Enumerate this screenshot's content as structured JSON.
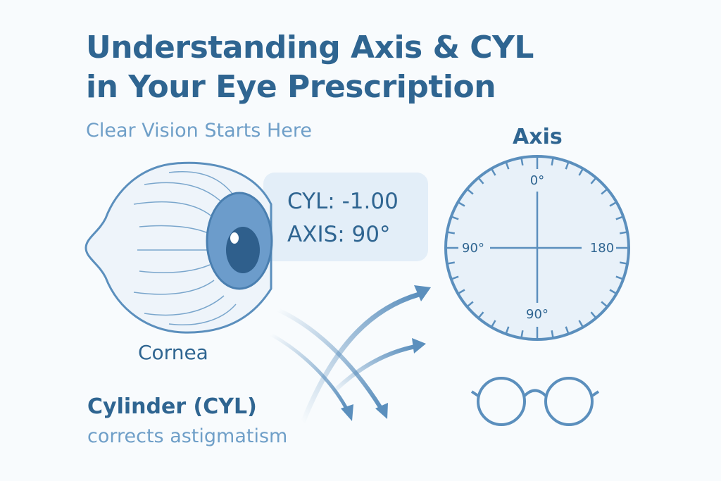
{
  "title": {
    "line1": "Understanding Axis & CYL",
    "line2": "in Your Eye Prescription"
  },
  "subtitle": "Clear Vision Starts Here",
  "callout": {
    "cyl": "CYL: -1.00",
    "axis": "AXIS: 90°"
  },
  "eye": {
    "label": "Cornea",
    "icon": "eye-icon"
  },
  "cylinder": {
    "heading": "Cylinder (CYL)",
    "description": "corrects astigmatism"
  },
  "dial": {
    "title": "Axis",
    "top": "0°",
    "left": "90°",
    "right": "180",
    "bottom": "90°"
  },
  "glasses": {
    "icon": "glasses-icon"
  },
  "colors": {
    "primary": "#2f6591",
    "accent": "#6f9fc8",
    "line": "#5b8fbd",
    "fill": "#e8f1f9"
  }
}
